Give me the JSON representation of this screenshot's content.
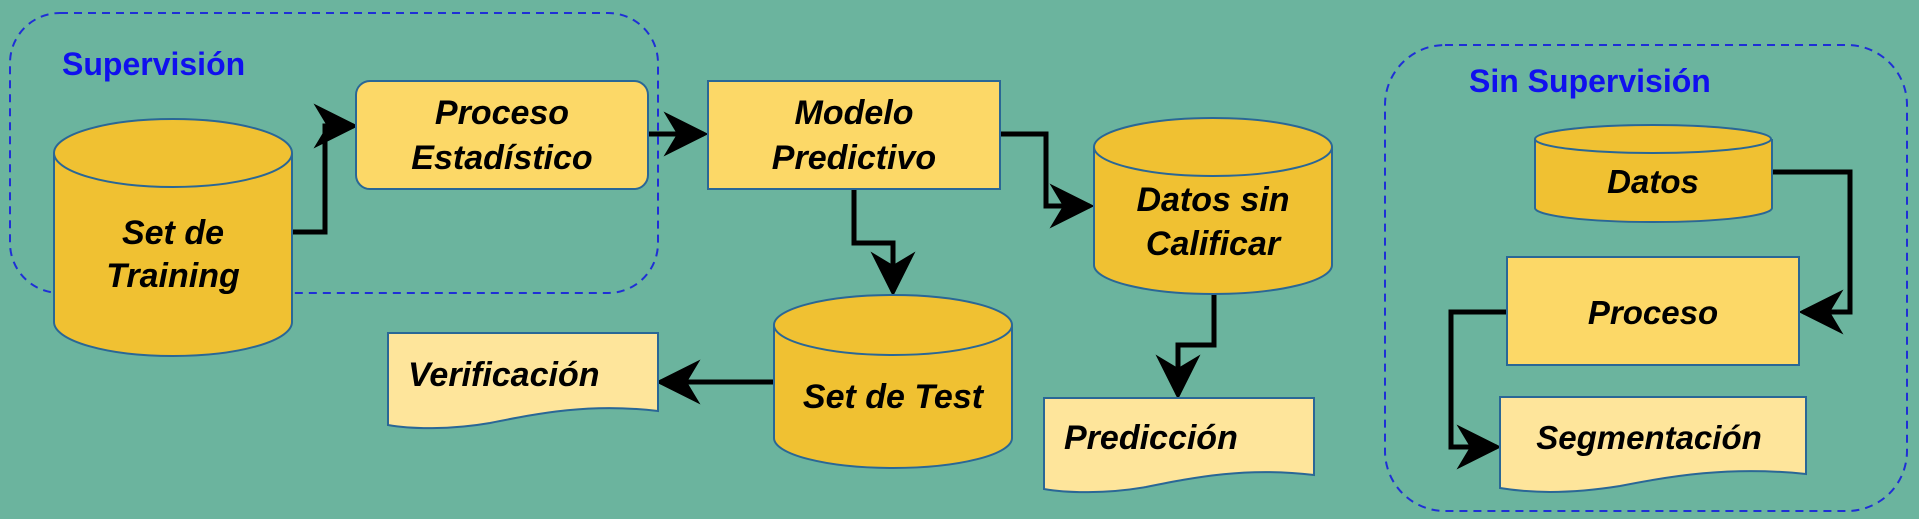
{
  "regions": {
    "supervised": {
      "title": "Supervisión"
    },
    "unsupervised": {
      "title": "Sin Supervisión"
    }
  },
  "nodes": {
    "training_set": {
      "line1": "Set de",
      "line2": "Training"
    },
    "statistical_process": {
      "line1": "Proceso",
      "line2": "Estadístico"
    },
    "predictive_model": {
      "line1": "Modelo",
      "line2": "Predictivo"
    },
    "unlabeled_data": {
      "line1": "Datos sin",
      "line2": "Calificar"
    },
    "test_set": {
      "label": "Set de Test"
    },
    "verification": {
      "label": "Verificación"
    },
    "prediction": {
      "label": "Predicción"
    },
    "data": {
      "label": "Datos"
    },
    "process": {
      "label": "Proceso"
    },
    "segmentation": {
      "label": "Segmentación"
    }
  },
  "colors": {
    "background": "#6bb49e",
    "cylinder_fill": "#f0c132",
    "process_fill": "#fcd867",
    "document_fill": "#fee59b",
    "node_stroke": "#2a6796",
    "region_border": "#1f2fd6",
    "region_title": "#1010ee",
    "arrow": "#000000"
  }
}
